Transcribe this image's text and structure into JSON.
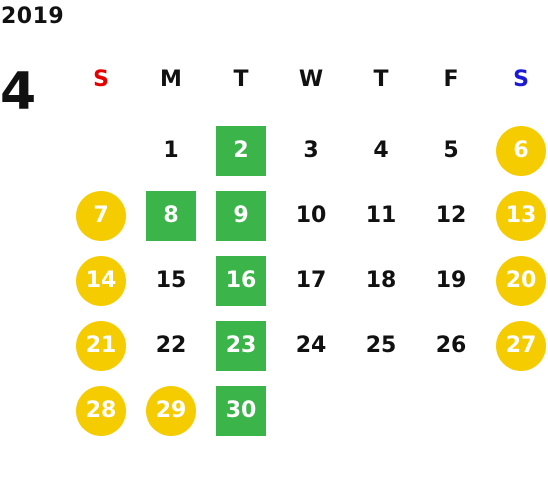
{
  "calendar": {
    "year": "2019",
    "month": "4",
    "weekdays": [
      {
        "label": "S",
        "color": "#e60000"
      },
      {
        "label": "M",
        "color": "#111111"
      },
      {
        "label": "T",
        "color": "#111111"
      },
      {
        "label": "W",
        "color": "#111111"
      },
      {
        "label": "T",
        "color": "#111111"
      },
      {
        "label": "F",
        "color": "#111111"
      },
      {
        "label": "S",
        "color": "#1a1ad6"
      }
    ],
    "start_weekday_index": 1,
    "days": [
      {
        "label": "1",
        "style": "weekday"
      },
      {
        "label": "2",
        "style": "event"
      },
      {
        "label": "3",
        "style": "weekday"
      },
      {
        "label": "4",
        "style": "weekday"
      },
      {
        "label": "5",
        "style": "weekday"
      },
      {
        "label": "6",
        "style": "holiday"
      },
      {
        "label": "7",
        "style": "holiday"
      },
      {
        "label": "8",
        "style": "event"
      },
      {
        "label": "9",
        "style": "event"
      },
      {
        "label": "10",
        "style": "weekday"
      },
      {
        "label": "11",
        "style": "weekday"
      },
      {
        "label": "12",
        "style": "weekday"
      },
      {
        "label": "13",
        "style": "holiday"
      },
      {
        "label": "14",
        "style": "holiday"
      },
      {
        "label": "15",
        "style": "weekday"
      },
      {
        "label": "16",
        "style": "event"
      },
      {
        "label": "17",
        "style": "weekday"
      },
      {
        "label": "18",
        "style": "weekday"
      },
      {
        "label": "19",
        "style": "weekday"
      },
      {
        "label": "20",
        "style": "holiday"
      },
      {
        "label": "21",
        "style": "holiday"
      },
      {
        "label": "22",
        "style": "weekday"
      },
      {
        "label": "23",
        "style": "event"
      },
      {
        "label": "24",
        "style": "weekday"
      },
      {
        "label": "25",
        "style": "weekday"
      },
      {
        "label": "26",
        "style": "weekday"
      },
      {
        "label": "27",
        "style": "holiday"
      },
      {
        "label": "28",
        "style": "holiday"
      },
      {
        "label": "29",
        "style": "holiday"
      },
      {
        "label": "30",
        "style": "event"
      }
    ],
    "colors": {
      "holiday_fill": "#f5cc00",
      "event_fill": "#3bb44a",
      "sunday_text": "#e60000",
      "saturday_text": "#1a1ad6"
    }
  }
}
